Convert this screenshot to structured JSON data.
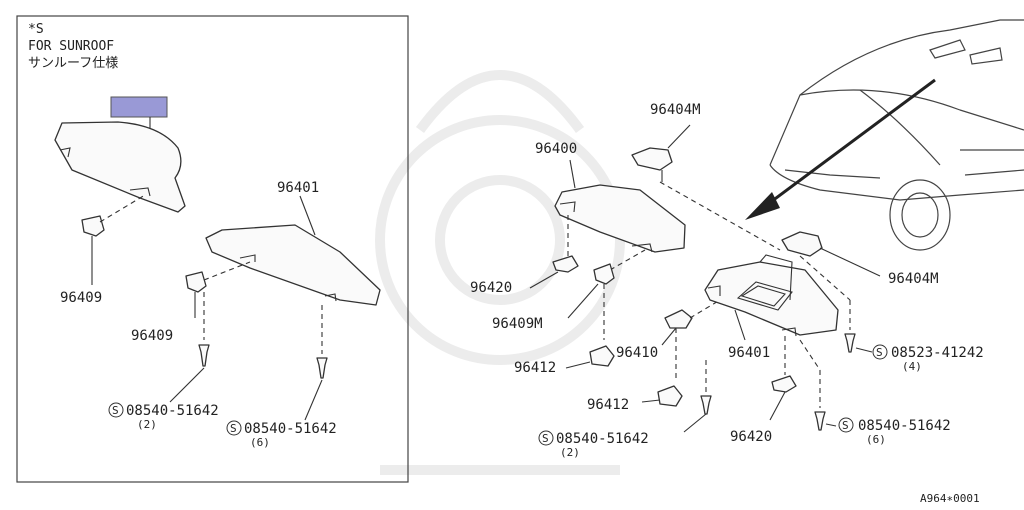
{
  "inset": {
    "code": "*S",
    "title": "FOR SUNROOF",
    "title_jp": "サンルーフ仕様",
    "highlight_color": "#9999d6"
  },
  "labels": {
    "inset_96401": "96401",
    "inset_96409_a": "96409",
    "inset_96409_b": "96409",
    "inset_screw_a_part": "08540-51642",
    "inset_screw_a_qty": "(2)",
    "inset_screw_b_part": "08540-51642",
    "inset_screw_b_qty": "(6)",
    "main_96404M_top": "96404M",
    "main_96400": "96400",
    "main_96420_left": "96420",
    "main_96409M": "96409M",
    "main_96412_a": "96412",
    "main_96410": "96410",
    "main_96401": "96401",
    "main_96404M_right": "96404M",
    "main_screw_r_part": "08523-41242",
    "main_screw_r_qty": "(4)",
    "main_96412_b": "96412",
    "main_screw_l_part": "08540-51642",
    "main_screw_l_qty": "(2)",
    "main_96420_right": "96420",
    "main_screw_c_part": "08540-51642",
    "main_screw_c_qty": "(6)",
    "circle_s": "S",
    "figure_code": "A964∗0001"
  }
}
